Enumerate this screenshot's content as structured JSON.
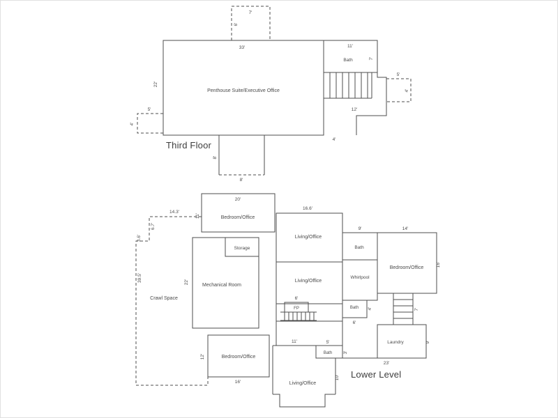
{
  "third_floor": {
    "title": "Third Floor",
    "rooms": {
      "penthouse": "Penthouse Suite/Executive Office",
      "bath": "Bath"
    },
    "dims": {
      "top_bump_width": "7'",
      "top_bump_height": "6'",
      "main_width": "33'",
      "main_height": "22'",
      "bath_width": "11'",
      "bath_height": "7'",
      "right_bump_width": "5'",
      "right_bump_height": "4'",
      "stair_hall_width": "12'",
      "left_bump_width": "5'",
      "left_bump_height": "4'",
      "bottom_step": "4'",
      "bottom_bump_height": "8'",
      "bottom_bump_width": "8'"
    }
  },
  "lower_level": {
    "title": "Lower Level",
    "rooms": {
      "bedroom_top": "Bedroom/Office",
      "storage": "Storage",
      "mechanical": "Mechanical Room",
      "crawl_space": "Crawl Space",
      "living_upper": "Living/Office",
      "bath_upper": "Bath",
      "bedroom_right": "Bedroom/Office",
      "whirlpool": "Whirlpool",
      "living_middle": "Living/Office",
      "fireplace": "FP",
      "bath_middle": "Bath",
      "laundry": "Laundry",
      "bedroom_bottom": "Bedroom/Office",
      "living_bottom": "Living/Office",
      "bath_bottom": "Bath"
    },
    "dims": {
      "bedroom_top_width": "20'",
      "bedroom_top_height": "11'",
      "crawl_top": "14.3'",
      "crawl_step1": "6.7'",
      "crawl_step2": "3.6'",
      "crawl_height": "39.5'",
      "mechanical_height": "22'",
      "living_upper_width": "16.6'",
      "bath_upper_width": "9'",
      "bedroom_right_width": "14'",
      "bedroom_right_height": "16'",
      "fireplace_width": "6'",
      "bath_middle_height": "4'",
      "bath_middle_width": "6'",
      "stairs_height": "7'",
      "laundry_height": "9'",
      "laundry_width": "23'",
      "bedroom_bottom_height": "12'",
      "bedroom_bottom_width": "16'",
      "living_bottom_width": "11'",
      "living_bottom_height": "10'",
      "bath_bottom_width": "5'",
      "bath_bottom_height": "3'"
    }
  }
}
